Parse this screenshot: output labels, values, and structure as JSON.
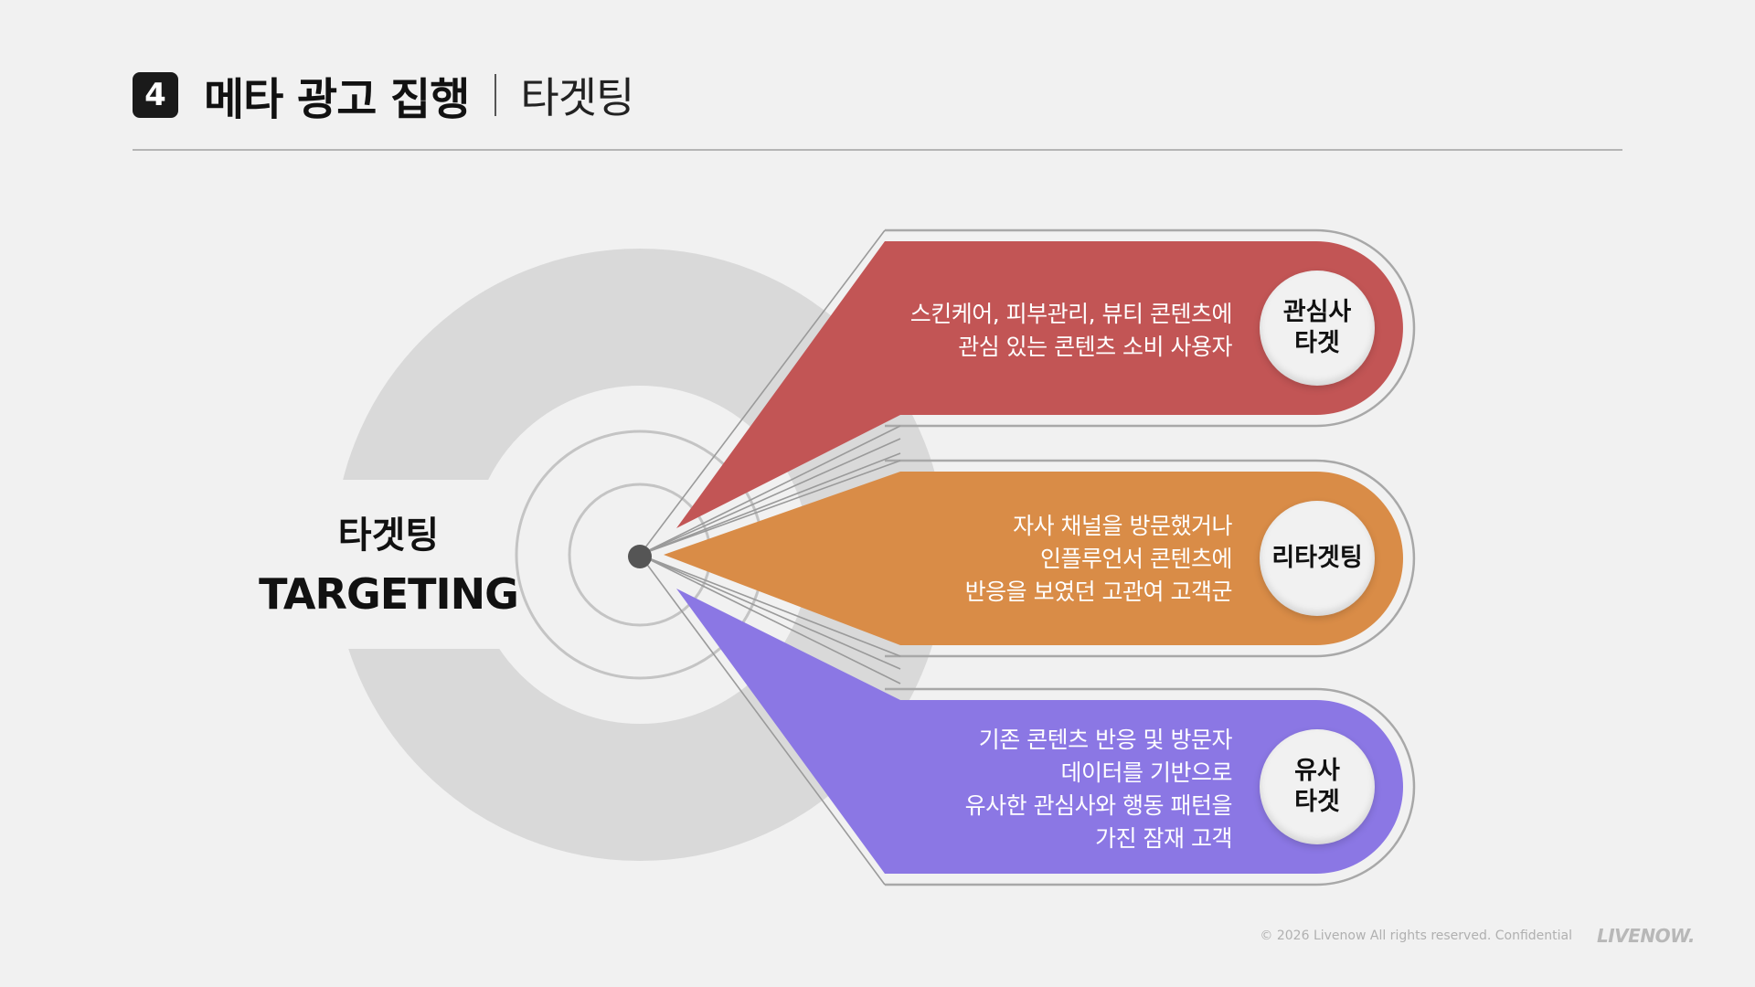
{
  "header": {
    "badge": "4",
    "title": "메타 광고 집행",
    "subtitle": "타겟팅"
  },
  "center": {
    "label_ko": "타겟팅",
    "label_en": "TARGETING"
  },
  "segments": [
    {
      "chip": "관심사\n타겟",
      "lines": [
        "스킨케어, 피부관리, 뷰티 콘텐츠에",
        "관심 있는 콘텐츠 소비 사용자"
      ],
      "color": "#c25555"
    },
    {
      "chip": "리타겟팅",
      "lines": [
        "자사 채널을 방문했거나",
        "인플루언서 콘텐츠에",
        "반응을 보였던 고관여 고객군"
      ],
      "color": "#d98c47"
    },
    {
      "chip": "유사\n타겟",
      "lines": [
        "기존 콘텐츠 반응 및 방문자",
        "데이터를 기반으로",
        "유사한 관심사와 행동 패턴을",
        "가진 잠재 고객"
      ],
      "color": "#8b77e4"
    }
  ],
  "footer": {
    "copyright": "© 2026 Livenow All rights reserved. Confidential",
    "logo": "LIVENOW."
  }
}
